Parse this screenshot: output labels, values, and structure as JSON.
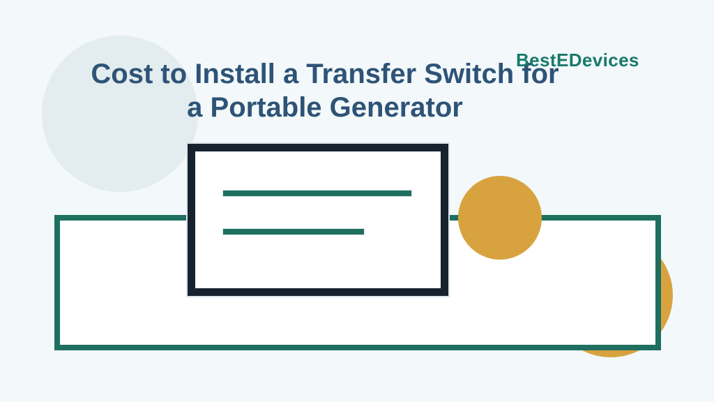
{
  "page": {
    "background_color": "#f3f8fa"
  },
  "brand": {
    "label": "BestEDevices",
    "color": "#17796a"
  },
  "title": {
    "line1": "Cost to Install a Transfer Switch for",
    "line2": "a Portable Generator",
    "color": "#2e5377"
  },
  "illustration": {
    "accent_teal": "#1f6f60",
    "accent_orange": "#d8a33f",
    "panel_border_color": "#16222d",
    "panel_fill": "#ffffff",
    "banner_fill": "#ffffff",
    "background_circle_color": "#e3ecee"
  }
}
